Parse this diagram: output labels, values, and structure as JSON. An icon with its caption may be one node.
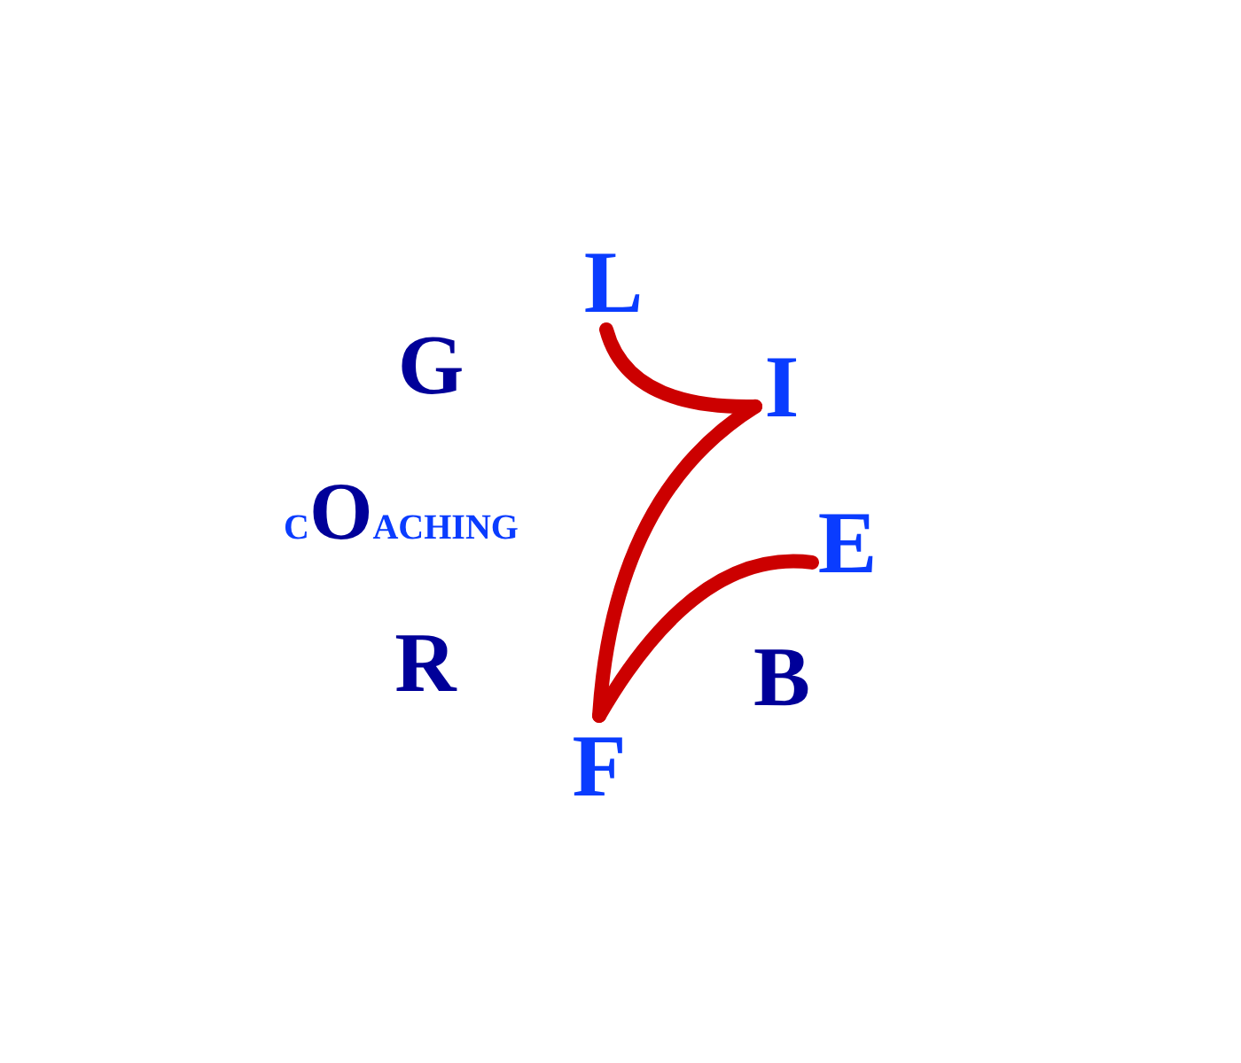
{
  "diagram": {
    "nodes": [
      {
        "text": [
          "L"
        ]
      },
      {
        "text": [
          "I"
        ]
      },
      {
        "text": [
          "F"
        ]
      },
      {
        "text": [
          "E"
        ]
      }
    ],
    "edges": [
      {
        "from": 0,
        "to": 1,
        "arrow": "none"
      },
      {
        "from": 1,
        "to": 2,
        "arrow": "none"
      },
      {
        "from": 2,
        "to": 3,
        "arrow": "none"
      }
    ],
    "labels": [
      "G",
      "COACHING",
      "R",
      "B"
    ]
  }
}
